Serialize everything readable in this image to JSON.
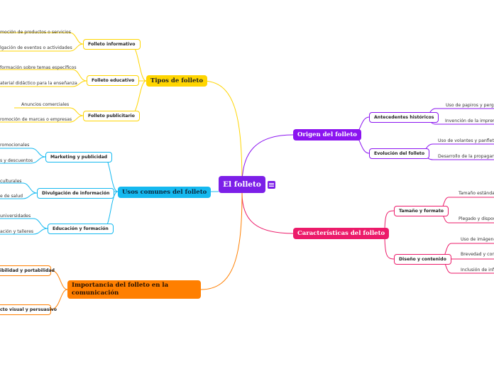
{
  "central": "El folleto",
  "colors": {
    "central": "#7c1fe8",
    "tipos": "#ffd500",
    "origen": "#8b14f0",
    "usos": "#15b9f0",
    "caracteristicas": "#ec1b6a",
    "importancia": "#ff7f00"
  },
  "icons": {
    "menu": "list-icon"
  },
  "tipos": {
    "label": "Tipos de folleto",
    "informativo": {
      "label": "Folleto informativo",
      "leaves": [
        "moción de productos o servicios",
        "lgación de eventos o actividades"
      ]
    },
    "educativo": {
      "label": "Folleto educativo",
      "leaves": [
        "formación sobre temas específicos",
        "aterial didáctico para la enseñanza"
      ]
    },
    "publicitario": {
      "label": "Folleto publicitario",
      "leaves": [
        "Anuncios comerciales",
        "romoción de marcas o empresas"
      ]
    }
  },
  "usos": {
    "label": "Usos comunes del folleto",
    "marketing": {
      "label": "Marketing y publicidad",
      "leaves": [
        "romocionales",
        "s y descuentos"
      ]
    },
    "divulgacion": {
      "label": "Divulgación de información",
      "leaves": [
        "culturales",
        "e de salud"
      ]
    },
    "educacion": {
      "label": "Educación y formación",
      "leaves": [
        "universidades",
        "ación y talleres"
      ]
    }
  },
  "importancia": {
    "label_line1": "Importancia del folleto en la",
    "label_line2": "comunicación",
    "children": [
      "ibilidad y portabilidad",
      "cto visual y persuasivo"
    ]
  },
  "origen": {
    "label": "Origen del folleto",
    "antecedentes": {
      "label": "Antecedentes históricos",
      "leaves": [
        "Uso de papiros y pergam",
        "Invención de la imprenta"
      ]
    },
    "evolucion": {
      "label": "Evolución del folleto",
      "leaves": [
        "Uso de volantes y panfletos",
        "Desarrollo de la propaganda"
      ]
    }
  },
  "caracteristicas": {
    "label": "Características del folleto",
    "tamano": {
      "label": "Tamaño y formato",
      "leaves": [
        "Tamaño estándar",
        "Plegado y disposi"
      ]
    },
    "diseno": {
      "label": "Diseño y contenido",
      "leaves": [
        "Uso de imágenes",
        "Brevedad y conci",
        "Inclusión de infor"
      ]
    }
  }
}
